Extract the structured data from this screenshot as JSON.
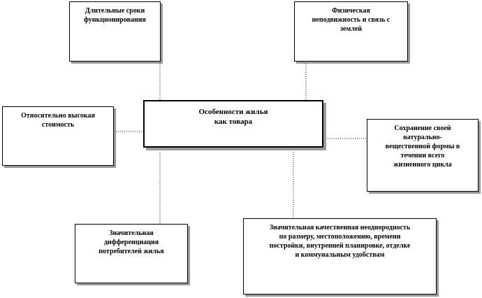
{
  "center": {
    "text": "Особенности  жилья\nкак  товара"
  },
  "features": [
    {
      "id": "long-life",
      "text": "Длительные  сроки\nфункционирования"
    },
    {
      "id": "immobility",
      "text": "Физическая\nнеподвижность  и  связь  с\nземлей"
    },
    {
      "id": "high-cost",
      "text": "Относительно  высокая\nстоимость"
    },
    {
      "id": "form-preservation",
      "text": "Сохранение  своей\nнатурально-\nвещественной формы в\nтечении всего\nжизненного цикла"
    },
    {
      "id": "consumer-differentiation",
      "text": "Значительная\nдифференциация\nпотребителей  жилья"
    },
    {
      "id": "heterogeneity",
      "text": "Значительная качественная неоднородность\nпо размеру, местоположению, времени\nпостройки, внутренней планировке, отделке\nи коммунальным удобствам"
    }
  ]
}
